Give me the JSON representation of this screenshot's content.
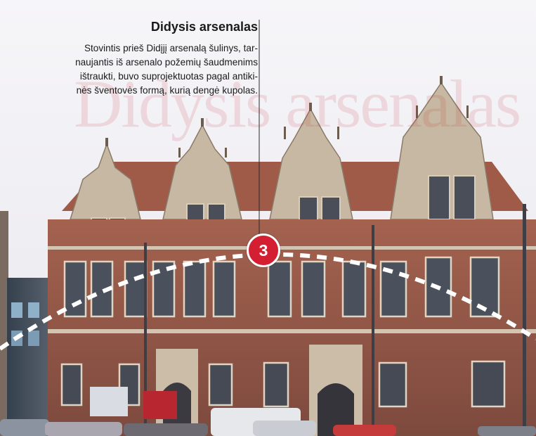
{
  "caption": {
    "title": "Didysis arsenalas",
    "body_lines": [
      "Stovintis prieš Didįjį arsenalą šulinys, tar-",
      "naujantis iš arsenalo požemių šaudmenims",
      "ištraukti, buvo suprojektuotas pagal antiki-",
      "nės šventovės formą, kurią dengė kupolas."
    ]
  },
  "watermark": "Didysis arsenalas",
  "marker": {
    "number": "3"
  },
  "photo": {
    "subject": "Didysis arsenalas facade",
    "colors": {
      "sky": "#f2f1f5",
      "brick": "#9b5b4b",
      "stone": "#d6c9b6",
      "window": "#4a4e58",
      "accent_red": "#d41f32"
    }
  }
}
